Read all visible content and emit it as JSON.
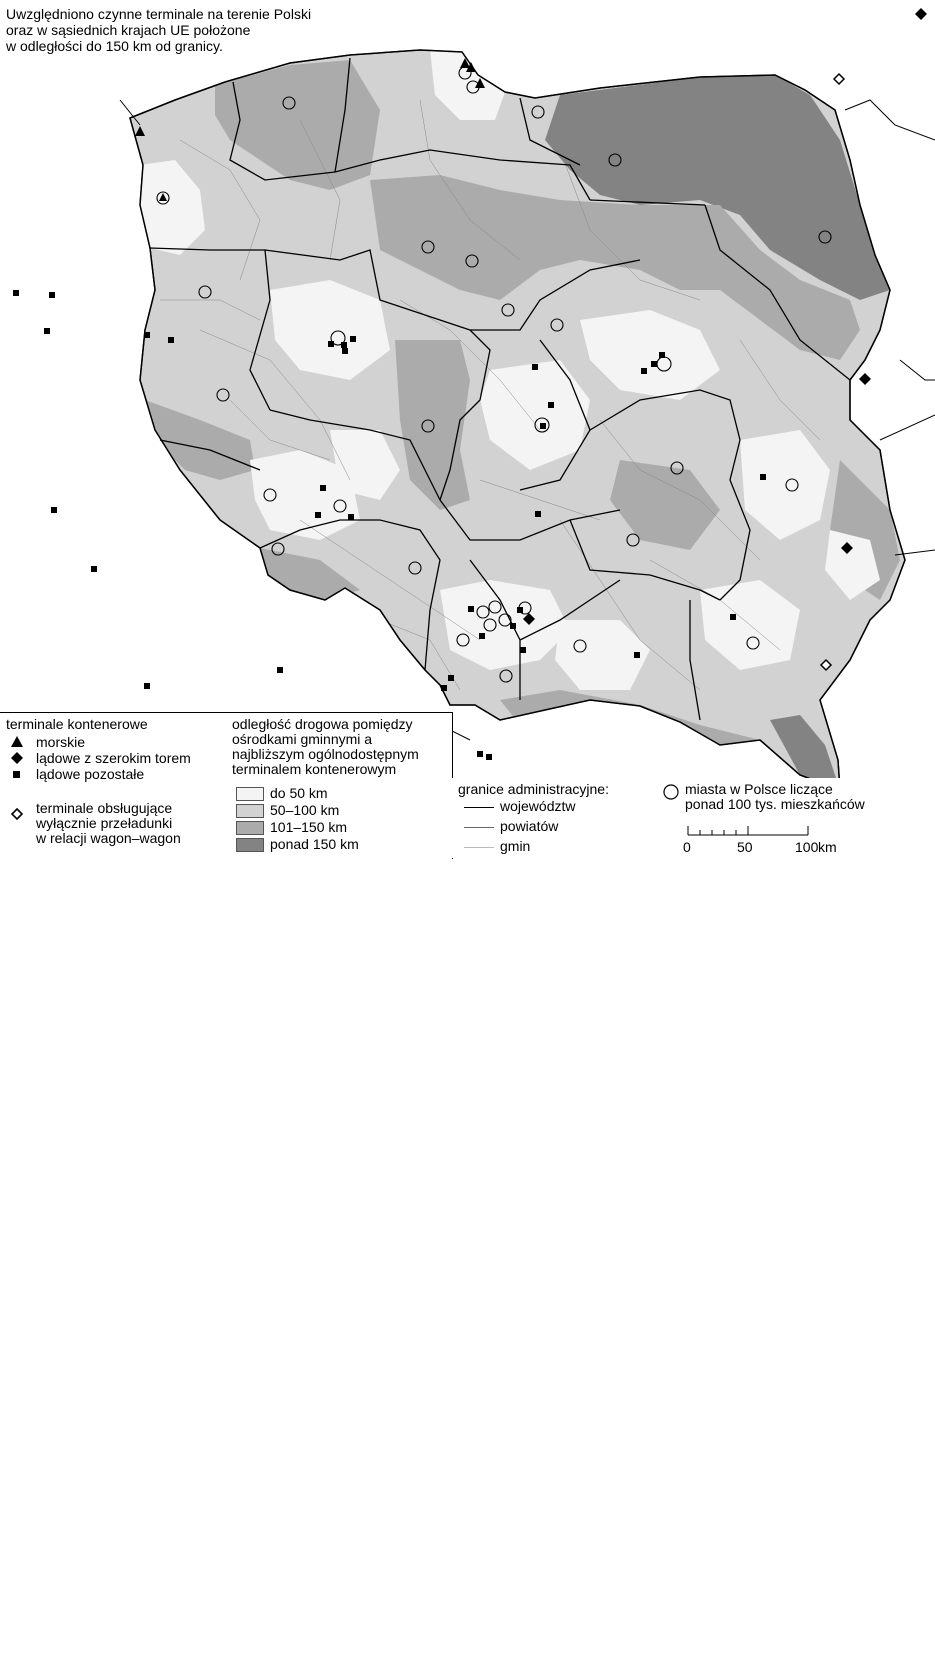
{
  "title": "Uwzględniono czynne terminale na terenie Polski\noraz w sąsiednich krajach UE położone\nw odległości do 150 km od granicy.",
  "legend": {
    "terminals_heading": "terminale kontenerowe",
    "sea": "morskie",
    "land_broad": "lądowe z szerokim torem",
    "land_other": "lądowe pozostałe",
    "wagon_only": "terminale obsługujące\nwyłącznie przeładunki\nw relacji wagon–wagon",
    "distance_heading": "odległość drogowa pomiędzy\nośrodkami gminnymi a\nnajbliższym ogólnodostępnym\nterminalem kontenerowym",
    "classes": [
      {
        "label": "do 50 km",
        "color": "#f4f4f4"
      },
      {
        "label": "50–100 km",
        "color": "#d2d2d2"
      },
      {
        "label": "101–150 km",
        "color": "#ababab"
      },
      {
        "label": "ponad 150 km",
        "color": "#838383"
      }
    ],
    "admin_heading": "granice administracyjne:",
    "admin": [
      "województw",
      "powiatów",
      "gmin"
    ],
    "cities": "miasta w Polsce liczące\nponad 100 tys. mieszkańców",
    "scale": {
      "ticks": [
        "0",
        "50",
        "100"
      ],
      "unit": "km"
    }
  },
  "colors": {
    "sea": "#ffffff",
    "land_outside": "#ffffff",
    "voiv_border": "#000000",
    "powiat_border": "#666666",
    "gmina_border": "#aaaaaa"
  }
}
